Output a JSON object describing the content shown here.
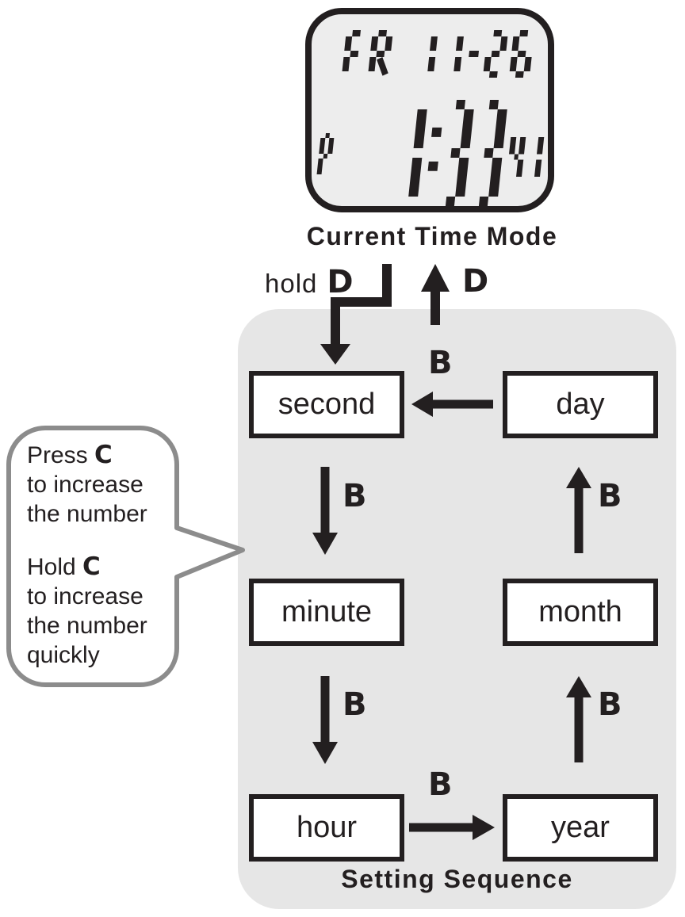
{
  "colors": {
    "ink": "#231f20",
    "panel_gray": "#e6e6e6",
    "lcd_background": "#ededed",
    "bubble_border": "#8c8c8c",
    "box_background": "#ffffff"
  },
  "watch": {
    "top_row": "FR 11-26",
    "ampm_indicator": "P",
    "time": "1:33",
    "seconds": "41"
  },
  "labels": {
    "current_time_mode": "Current Time Mode",
    "setting_sequence": "Setting Sequence",
    "hold_prefix": "hold",
    "enter_button": "D",
    "exit_button": "D",
    "advance_button": "B"
  },
  "flow_boxes": {
    "second": "second",
    "minute": "minute",
    "hour": "hour",
    "year": "year",
    "month": "month",
    "day": "day"
  },
  "sequence": [
    "second",
    "minute",
    "hour",
    "year",
    "month",
    "day"
  ],
  "bubble": {
    "lines": [
      [
        {
          "t": "Press "
        },
        {
          "t": "C",
          "b": true
        }
      ],
      [
        {
          "t": "to increase"
        }
      ],
      [
        {
          "t": "the number"
        }
      ],
      [],
      [
        {
          "t": "Hold "
        },
        {
          "t": "C",
          "b": true
        }
      ],
      [
        {
          "t": "to increase"
        }
      ],
      [
        {
          "t": "the number"
        }
      ],
      [
        {
          "t": "quickly"
        }
      ]
    ]
  }
}
